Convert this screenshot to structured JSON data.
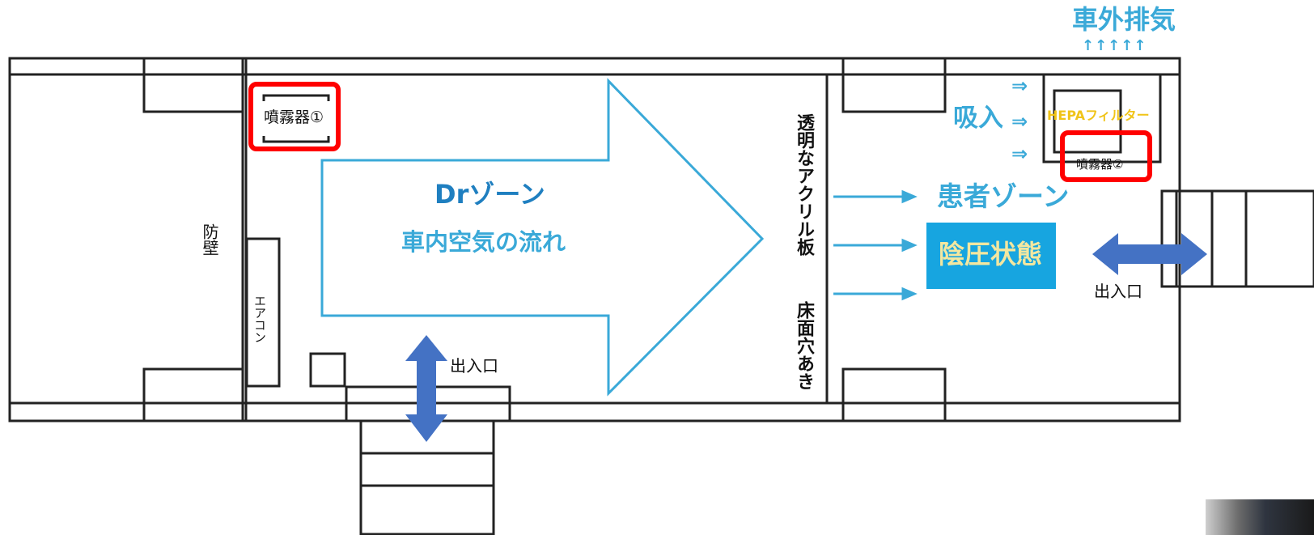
{
  "labels": {
    "sprayer1": "噴霧器①",
    "sprayer2": "噴霧器②",
    "dr_zone": "Drゾーン",
    "airflow": "車内空気の流れ",
    "acrylic": "透明なアクリル板",
    "floor_holes": "床面穴あき",
    "patient_zone": "患者ゾーン",
    "negative_pressure": "陰圧状態",
    "intake": "吸入",
    "hepa_filter": "HEPAフィルター",
    "exhaust": "車外排気",
    "exhaust_arrows": "↑↑↑↑↑",
    "entrance_left": "出入口",
    "entrance_right": "出入口",
    "bulkhead": "防壁",
    "aircon": "エアコン"
  },
  "colors": {
    "flow": "#3aa9d8",
    "title_blue": "#1f7fc0",
    "negative_fill": "#17a5e0",
    "negative_text": "#f3e7a0",
    "hepa_text": "#f0c419",
    "door_arrow": "#4472c4",
    "highlight": "#ff0000",
    "wall": "#222222"
  }
}
